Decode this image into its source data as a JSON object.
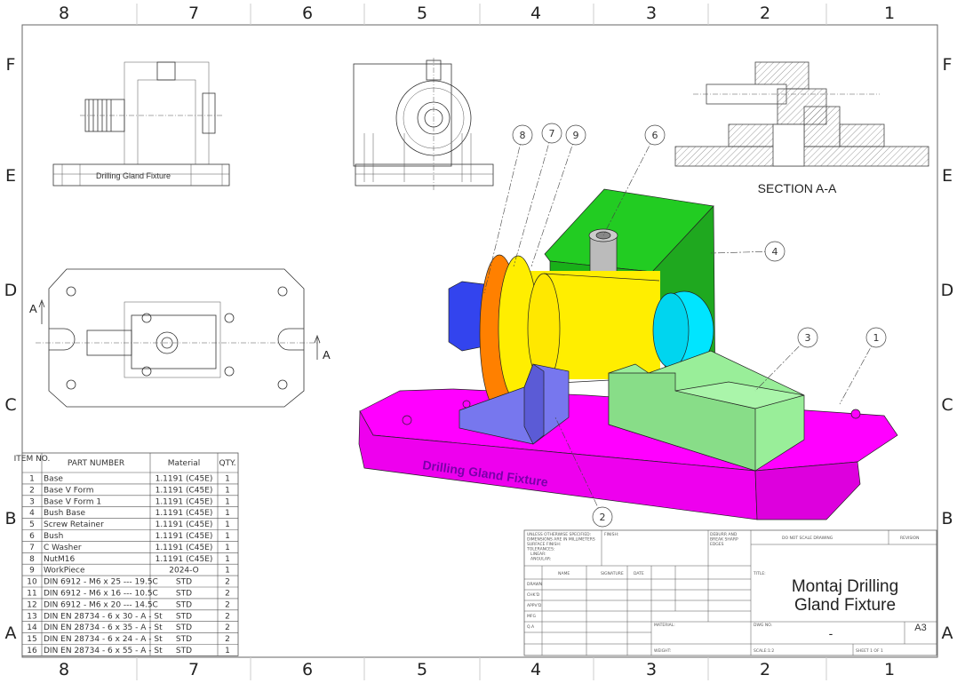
{
  "border": {
    "columns": [
      "8",
      "7",
      "6",
      "5",
      "4",
      "3",
      "2",
      "1"
    ],
    "rows": [
      "F",
      "E",
      "D",
      "C",
      "B",
      "A"
    ]
  },
  "views": {
    "front_engraving": "Drilling Gland Fixture",
    "section_label": "SECTION A-A",
    "section_marker": "A",
    "iso_engraving": "Drilling Gland Fixture"
  },
  "balloons": [
    "8",
    "7",
    "9",
    "6",
    "4",
    "3",
    "1",
    "2"
  ],
  "bom": {
    "headers": [
      "ITEM NO.",
      "PART NUMBER",
      "Material",
      "QTY."
    ],
    "rows": [
      [
        "1",
        "Base",
        "1.1191 (C45E)",
        "1"
      ],
      [
        "2",
        "Base V Form",
        "1.1191 (C45E)",
        "1"
      ],
      [
        "3",
        "Base V Form 1",
        "1.1191 (C45E)",
        "1"
      ],
      [
        "4",
        "Bush Base",
        "1.1191 (C45E)",
        "1"
      ],
      [
        "5",
        "Screw Retainer",
        "1.1191 (C45E)",
        "1"
      ],
      [
        "6",
        "Bush",
        "1.1191 (C45E)",
        "1"
      ],
      [
        "7",
        "C Washer",
        "1.1191 (C45E)",
        "1"
      ],
      [
        "8",
        "NutM16",
        "1.1191 (C45E)",
        "1"
      ],
      [
        "9",
        "WorkPiece",
        "2024-O",
        "1"
      ],
      [
        "10",
        "DIN 6912 - M6 x 25 --- 19.5C",
        "STD",
        "2"
      ],
      [
        "11",
        "DIN 6912 - M6 x 16 --- 10.5C",
        "STD",
        "2"
      ],
      [
        "12",
        "DIN 6912 - M6 x 20 --- 14.5C",
        "STD",
        "2"
      ],
      [
        "13",
        "DIN EN 28734 - 6 x 30 - A - St",
        "STD",
        "2"
      ],
      [
        "14",
        "DIN EN 28734 - 6 x 35 - A - St",
        "STD",
        "2"
      ],
      [
        "15",
        "DIN EN 28734 - 6 x 24 - A - St",
        "STD",
        "2"
      ],
      [
        "16",
        "DIN EN 28734 - 6 x 55 - A - St",
        "STD",
        "1"
      ]
    ]
  },
  "title_block": {
    "notes": [
      "UNLESS OTHERWISE SPECIFIED:",
      "DIMENSIONS ARE IN MILLIMETERS",
      "SURFACE FINISH:",
      "TOLERANCES:",
      "LINEAR:",
      "ANGULAR:"
    ],
    "finish": "FINISH:",
    "deburr": [
      "DEBURR AND",
      "BREAK SHARP",
      "EDGES"
    ],
    "do_not_scale": "DO NOT SCALE DRAWING",
    "revision": "REVISION",
    "sig_headers": [
      "NAME",
      "SIGNATURE",
      "DATE"
    ],
    "sig_rows": [
      "DRAWN",
      "CHK'D",
      "APPV'D",
      "MFG",
      "Q.A"
    ],
    "title_label": "TITLE:",
    "title_line1": "Montaj Drilling",
    "title_line2": "Gland Fixture",
    "material_label": "MATERIAL:",
    "dwg_no_label": "DWG NO.",
    "dwg_no": "-",
    "size": "A3",
    "weight_label": "WEIGHT:",
    "scale": "SCALE:1:2",
    "sheet": "SHEET 1 OF 1"
  },
  "colors": {
    "base": "#ff00ff",
    "bush_base": "#22cc22",
    "workpiece": "#ffee00",
    "c_washer": "#ff8000",
    "nut": "#3344ee",
    "screw_retainer": "#00e5ff",
    "v_form": "#7777ee",
    "v_form_1": "#99ee99",
    "bush": "#bbbbbb"
  }
}
